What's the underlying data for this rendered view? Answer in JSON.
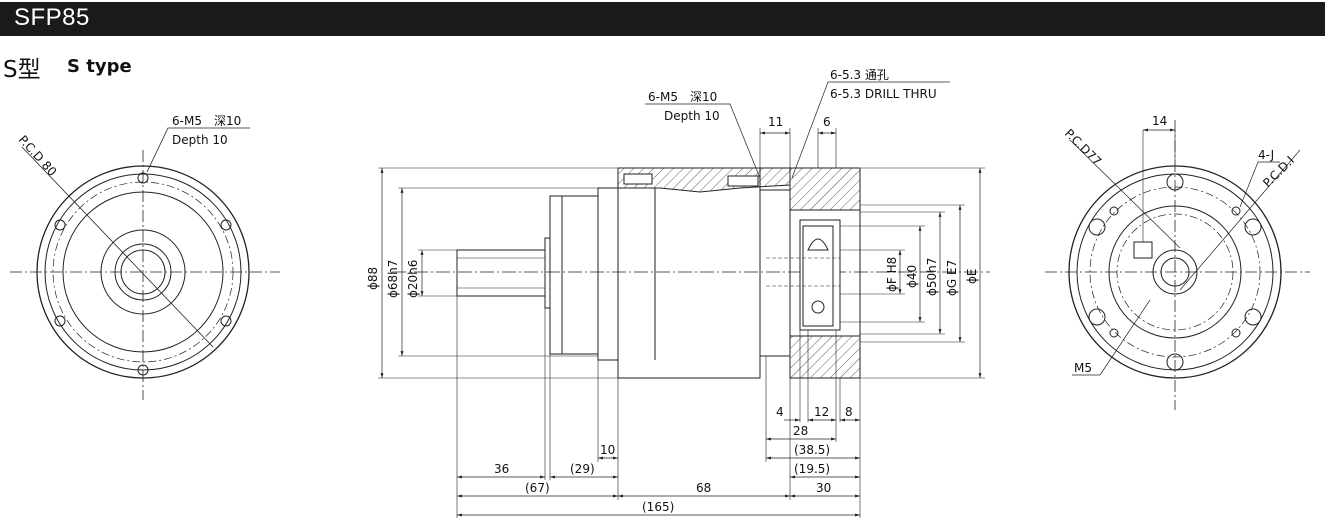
{
  "header": {
    "title": "SFP85"
  },
  "subtitle": {
    "jp": "S型",
    "en": "S type"
  },
  "left_view": {
    "pcd": "P.C.D 80",
    "tap_line1": "6-M5　深10",
    "tap_line2": "Depth 10"
  },
  "side_view": {
    "tap_line1": "6-M5　深10",
    "tap_line2": "Depth 10",
    "drill_line1": "6-5.3 通孔",
    "drill_line2": "6-5.3 DRILL THRU",
    "d_11": "11",
    "d_6": "6",
    "d_88": "ϕ88",
    "d_68": "ϕ68h7",
    "d_20": "ϕ20h6",
    "d_F": "ϕF H8",
    "d_40": "ϕ40",
    "d_50": "ϕ50h7",
    "d_G": "ϕG E7",
    "d_E": "ϕE",
    "d_4": "4",
    "d_12": "12",
    "d_8": "8",
    "d_28": "28",
    "d_38_5": "(38.5)",
    "d_19_5": "(19.5)",
    "d_10": "10",
    "d_36": "36",
    "d_29": "(29)",
    "d_67": "(67)",
    "d_68len": "68",
    "d_30": "30",
    "d_165": "(165)"
  },
  "right_view": {
    "d_14": "14",
    "pcd77": "P.C.D77",
    "pcdI": "P.C.D.I",
    "holes": "4-J",
    "m5": "M5"
  }
}
